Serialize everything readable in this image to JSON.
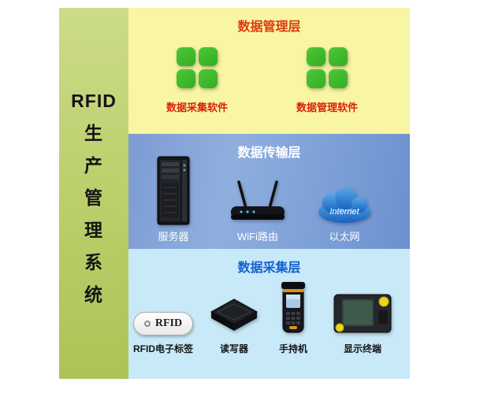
{
  "app": {
    "title": "RFID生产管理系统"
  },
  "sidebar": {
    "chars": [
      "RFID",
      "生",
      "产",
      "管",
      "理",
      "系",
      "统"
    ]
  },
  "layers": {
    "management": {
      "title": "数据管理层",
      "items": [
        {
          "label": "数据采集软件",
          "icon": "app-grid-icon"
        },
        {
          "label": "数据管理软件",
          "icon": "app-grid-icon"
        }
      ]
    },
    "transmission": {
      "title": "数据传输层",
      "items": [
        {
          "label": "服务器",
          "icon": "server-icon"
        },
        {
          "label": "WiFi路由",
          "icon": "wifi-router-icon"
        },
        {
          "label": "以太网",
          "icon": "internet-cloud-icon"
        }
      ]
    },
    "collection": {
      "title": "数据采集层",
      "items": [
        {
          "label": "RFID电子标签",
          "icon": "rfid-tag-icon"
        },
        {
          "label": "读写器",
          "icon": "rfid-reader-icon"
        },
        {
          "label": "手持机",
          "icon": "handheld-scanner-icon"
        },
        {
          "label": "显示终端",
          "icon": "display-terminal-icon"
        }
      ]
    }
  },
  "device_text": {
    "internet": "Internet",
    "rfid_tag": "RFID"
  },
  "colors": {
    "sidebar_green": "#bdd06e",
    "management_yellow": "#f8f5a3",
    "transmission_blue": "#7d9bd4",
    "collection_blue": "#c8e9f8",
    "management_text_red": "#d8220e",
    "collection_title_blue": "#1461cf",
    "app_icon_green": "#3cb629",
    "cloud_blue": "#1563c0",
    "terminal_button_yellow": "#ead61f"
  }
}
